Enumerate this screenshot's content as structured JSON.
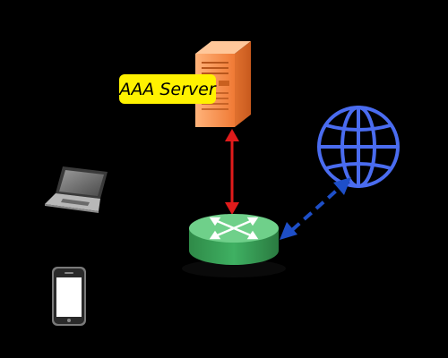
{
  "diagram": {
    "server_label": "AAA Server",
    "colors": {
      "background": "#000000",
      "server": "#ffa05a",
      "label_box": "#fff200",
      "auth_link": "#e01b1b",
      "internet_link": "#1e4fc8",
      "globe": "#4a6cf0",
      "router": "#3aa35a"
    },
    "nodes": [
      {
        "name": "aaa-server",
        "icon": "server-icon"
      },
      {
        "name": "router",
        "icon": "router-icon"
      },
      {
        "name": "internet",
        "icon": "globe-icon"
      },
      {
        "name": "laptop",
        "icon": "laptop-icon"
      },
      {
        "name": "smartphone",
        "icon": "smartphone-icon"
      }
    ],
    "links": [
      {
        "from": "aaa-server",
        "to": "router",
        "style": "solid",
        "arrows": "both"
      },
      {
        "from": "router",
        "to": "internet",
        "style": "dashed",
        "arrows": "both"
      }
    ]
  }
}
